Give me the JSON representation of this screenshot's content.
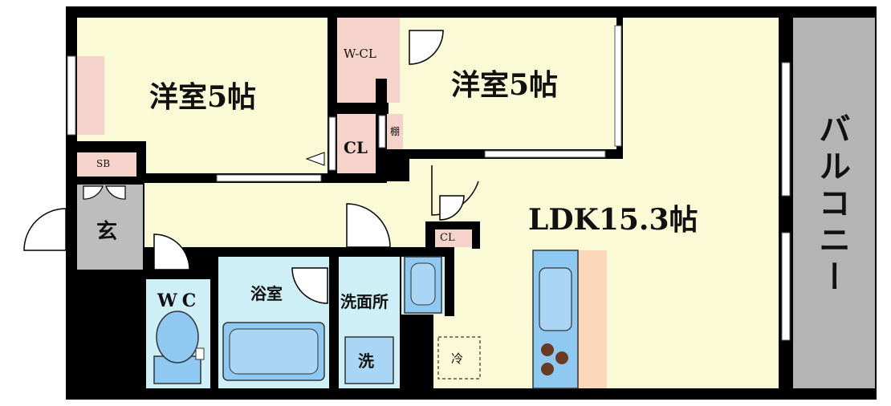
{
  "rooms": {
    "western1": "洋室5帖",
    "western2": "洋室5帖",
    "walk_in_closet": "W-CL",
    "closet1": "CL",
    "closet2": "CL",
    "shelf": "棚",
    "shoe_box": "SB",
    "entrance": "玄",
    "toilet": "WC",
    "bathroom": "浴室",
    "washroom": "洗面所",
    "washer": "洗",
    "fridge": "冷",
    "ldk": "LDK15.3帖",
    "balcony": "バルコニー"
  },
  "colors": {
    "wall": "#000000",
    "room_floor": "#fafad6",
    "closet": "#f5d3cb",
    "wet_area": "#cfeff7",
    "fixture_blue": "#8fc8f0",
    "entrance_gray": "#bdbdbd",
    "balcony_gray": "#b4b4b4",
    "counter": "#fcd8ba",
    "stove": "#6b3a22"
  }
}
